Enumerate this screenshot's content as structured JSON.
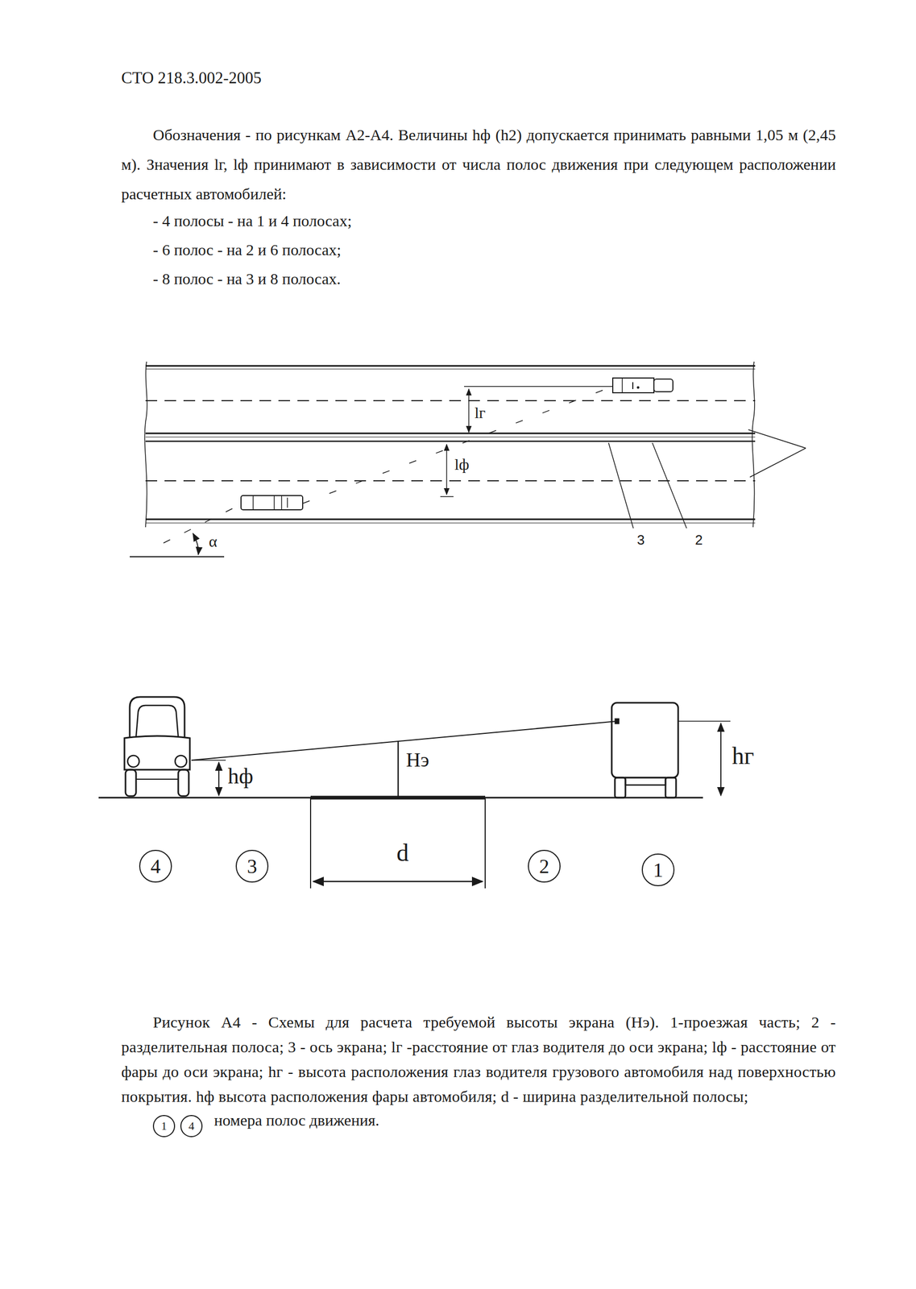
{
  "diagram": {
    "caption": "Рисунок А4 - Схемы для расчета требуемой высоты экрана (Hэ). 1-проезжая часть; 2 - разделительная полоса; 3 - ось экрана; lг -расстояние от глаз водителя до оси экрана; lф - расстояние от фары до оси экрана; hг - высота расположения глаз водителя грузового автомобиля над поверхностью покрытия. hф высота расположения фары автомобиля; d - ширина разделительной полосы;",
    "nodes": [
      {
        "text": [
          "4"
        ]
      },
      {
        "text": [
          "3"
        ]
      },
      {
        "text": [
          "2"
        ]
      },
      {
        "text": [
          "1"
        ]
      },
      {
        "text": [
          "1"
        ]
      },
      {
        "text": [
          "4"
        ]
      }
    ],
    "labels": [
      "СТО 218.3.002-2005",
      "Обозначения - по рисункам А2-А4. Величины hф (h2) допускается принимать равными 1,05 м (2,45 м). Значения lг, lф принимают в зависимости от числа полос движения при следующем расположении расчетных автомобилей:",
      "- 4 полосы - на 1 и 4 полосах;",
      "- 6 полос - на 2 и 6 полосах;",
      "- 8 полос - на 3 и 8 полосах.",
      "lг",
      "lф",
      "3",
      "2",
      "α",
      "hф",
      "Hэ",
      "hг",
      "d",
      "номера полос движения."
    ]
  }
}
